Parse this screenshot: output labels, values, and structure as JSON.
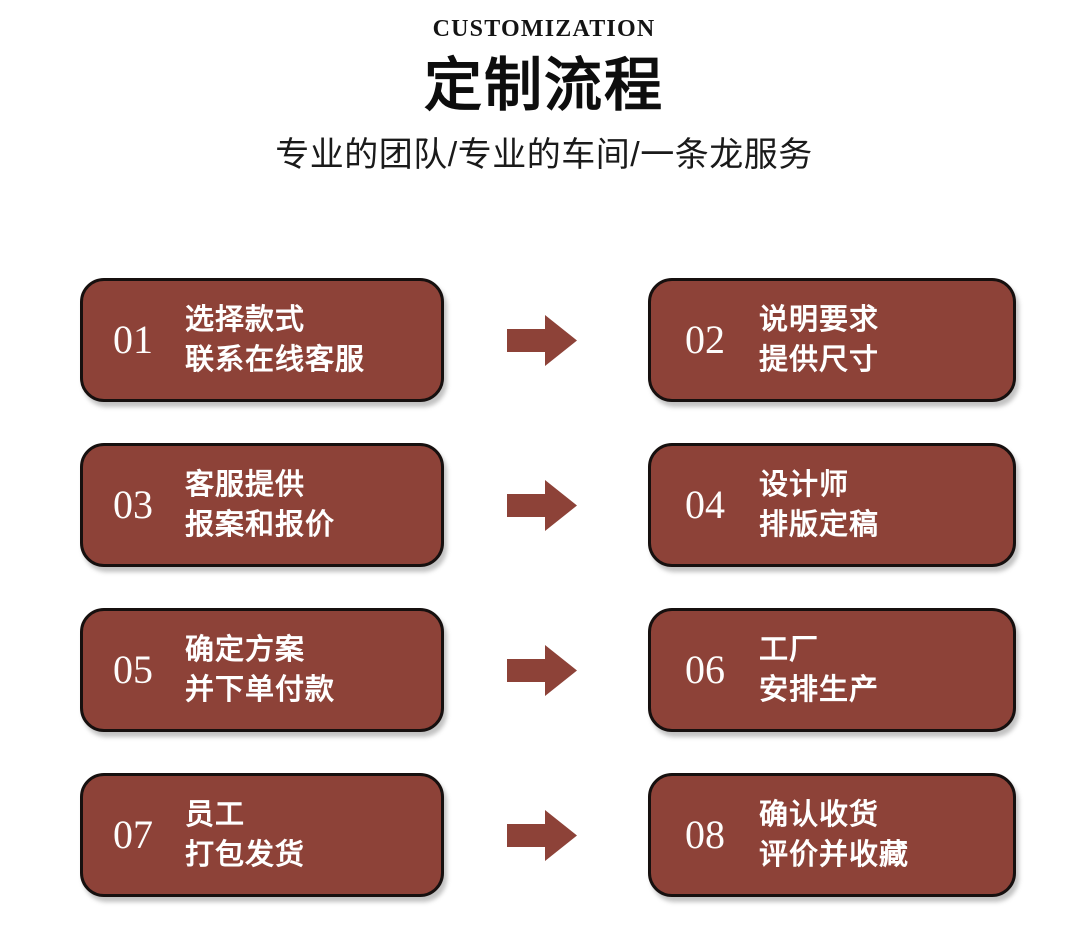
{
  "header": {
    "eyebrow": "CUSTOMIZATION",
    "title": "定制流程",
    "subtitle": "专业的团队/专业的车间/一条龙服务"
  },
  "theme": {
    "card_fill": "#8D4238",
    "card_border": "#16100F",
    "arrow_color": "#8D4238",
    "text_color": "#FFFFFF",
    "background": "#FFFFFF"
  },
  "rows": [
    {
      "arrow": "arrow-right-icon",
      "left": {
        "number": "01",
        "line1": "选择款式",
        "line2": "联系在线客服"
      },
      "right": {
        "number": "02",
        "line1": "说明要求",
        "line2": "提供尺寸"
      }
    },
    {
      "arrow": "arrow-right-icon",
      "left": {
        "number": "03",
        "line1": "客服提供",
        "line2": "报案和报价"
      },
      "right": {
        "number": "04",
        "line1": "设计师",
        "line2": "排版定稿"
      }
    },
    {
      "arrow": "arrow-right-icon",
      "left": {
        "number": "05",
        "line1": "确定方案",
        "line2": "并下单付款"
      },
      "right": {
        "number": "06",
        "line1": "工厂",
        "line2": "安排生产"
      }
    },
    {
      "arrow": "arrow-right-icon",
      "left": {
        "number": "07",
        "line1": "员工",
        "line2": "打包发货"
      },
      "right": {
        "number": "08",
        "line1": "确认收货",
        "line2": "评价并收藏"
      }
    }
  ]
}
